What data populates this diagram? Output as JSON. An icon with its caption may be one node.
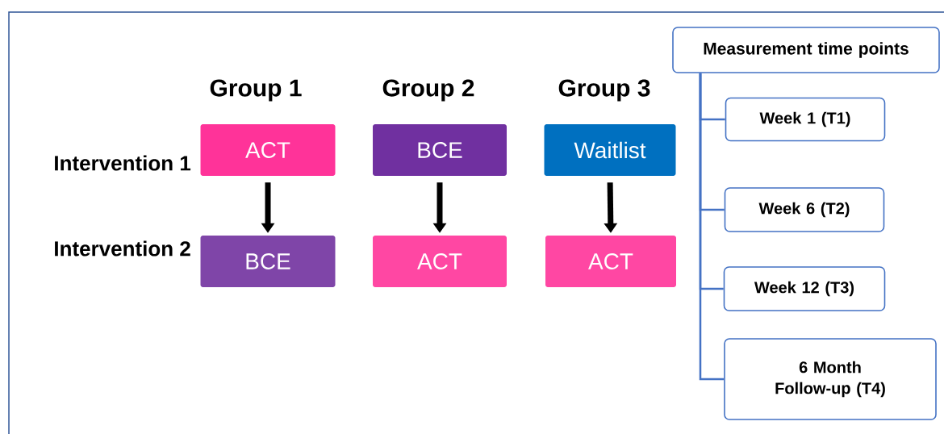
{
  "diagram": {
    "nodes": [
      {
        "text": [
          "ACT"
        ]
      },
      {
        "text": [
          "BCE"
        ]
      },
      {
        "text": [
          "Waitlist"
        ]
      },
      {
        "text": [
          "BCE"
        ]
      },
      {
        "text": [
          "ACT"
        ]
      },
      {
        "text": [
          "ACT"
        ]
      },
      {
        "text": [
          "Measurement time points"
        ]
      },
      {
        "text": [
          "Week 1 (T1)"
        ]
      },
      {
        "text": [
          "Week 6 (T2)"
        ]
      },
      {
        "text": [
          "Week 12 (T3)"
        ]
      },
      {
        "text": [
          "6 Month Follow-up (T4)"
        ]
      }
    ],
    "edges": [
      {
        "from": 0,
        "to": 3,
        "arrow": "to",
        "style": "thick",
        "color": "#000000"
      },
      {
        "from": 1,
        "to": 4,
        "arrow": "to",
        "style": "thick",
        "color": "#000000"
      },
      {
        "from": 2,
        "to": 5,
        "arrow": "to",
        "style": "thick",
        "color": "#000000"
      },
      {
        "from": 6,
        "to": 7,
        "arrow": "none"
      },
      {
        "from": 6,
        "to": 8,
        "arrow": "none"
      },
      {
        "from": 6,
        "to": 9,
        "arrow": "none"
      },
      {
        "from": 6,
        "to": 10,
        "arrow": "none"
      }
    ],
    "labels": [
      "Group 1",
      "Group 2",
      "Group 3",
      "Intervention 1",
      "Intervention 2"
    ]
  }
}
